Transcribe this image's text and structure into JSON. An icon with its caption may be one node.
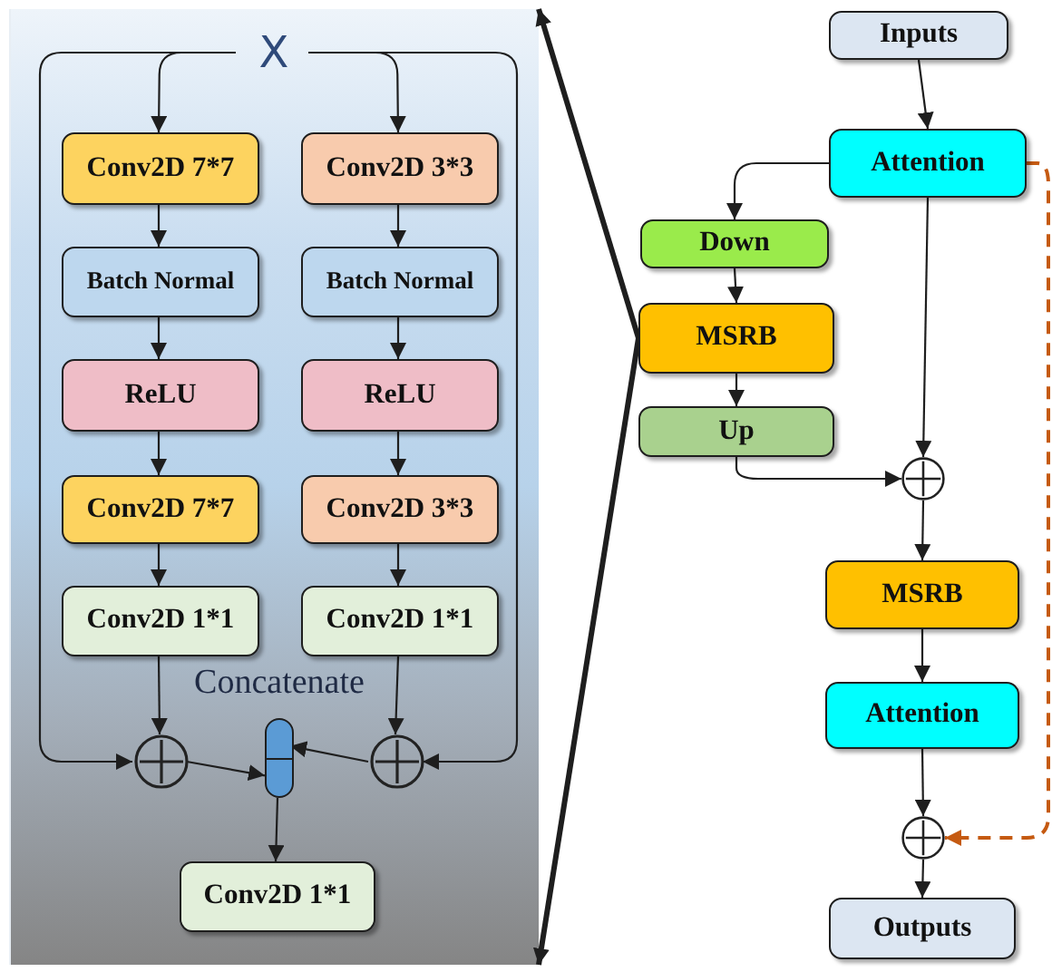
{
  "diagram": {
    "nodes": [
      {
        "text": [],
        "shape": "box"
      },
      {
        "text": [
          "X"
        ],
        "in": 0
      },
      {
        "text": [
          "Conv2D 7*7"
        ],
        "in": 0
      },
      {
        "text": [
          "Conv2D 3*3"
        ],
        "in": 0
      },
      {
        "text": [
          "Batch Normal"
        ],
        "in": 0
      },
      {
        "text": [
          "Batch Normal"
        ],
        "in": 0
      },
      {
        "text": [
          "ReLU"
        ],
        "in": 0
      },
      {
        "text": [
          "ReLU"
        ],
        "in": 0
      },
      {
        "text": [
          "Conv2D 7*7"
        ],
        "in": 0
      },
      {
        "text": [
          "Conv2D 3*3"
        ],
        "in": 0
      },
      {
        "text": [
          "Conv2D 1*1"
        ],
        "in": 0
      },
      {
        "text": [
          "Conv2D 1*1"
        ],
        "in": 0
      },
      {
        "text": [],
        "shape": "circle",
        "in": 0
      },
      {
        "text": [],
        "shape": "capsule",
        "in": 0,
        "beside": [
          "Concatenate"
        ]
      },
      {
        "text": [],
        "shape": "circle",
        "in": 0
      },
      {
        "text": [
          "Conv2D 1*1"
        ],
        "in": 0
      },
      {
        "text": [
          "Inputs"
        ]
      },
      {
        "text": [
          "Attention"
        ]
      },
      {
        "text": [
          "Down"
        ]
      },
      {
        "text": [
          "MSRB"
        ]
      },
      {
        "text": [
          "Up"
        ]
      },
      {
        "text": [],
        "shape": "circle"
      },
      {
        "text": [
          "MSRB"
        ]
      },
      {
        "text": [
          "Attention"
        ]
      },
      {
        "text": [],
        "shape": "circle"
      },
      {
        "text": [
          "Outputs"
        ]
      }
    ],
    "edges": [
      {
        "from": 1,
        "to": 2,
        "arrow": "to"
      },
      {
        "from": 1,
        "to": 3,
        "arrow": "to"
      },
      {
        "from": 1,
        "to": 12,
        "arrow": "to"
      },
      {
        "from": 1,
        "to": 14,
        "arrow": "to"
      },
      {
        "from": 2,
        "to": 4,
        "arrow": "to"
      },
      {
        "from": 4,
        "to": 6,
        "arrow": "to"
      },
      {
        "from": 6,
        "to": 8,
        "arrow": "to"
      },
      {
        "from": 8,
        "to": 10,
        "arrow": "to"
      },
      {
        "from": 3,
        "to": 5,
        "arrow": "to"
      },
      {
        "from": 5,
        "to": 7,
        "arrow": "to"
      },
      {
        "from": 7,
        "to": 9,
        "arrow": "to"
      },
      {
        "from": 9,
        "to": 11,
        "arrow": "to"
      },
      {
        "from": 10,
        "to": 12,
        "arrow": "to"
      },
      {
        "from": 11,
        "to": 14,
        "arrow": "to"
      },
      {
        "from": 12,
        "to": 13,
        "arrow": "to"
      },
      {
        "from": 14,
        "to": 13,
        "arrow": "to"
      },
      {
        "from": 13,
        "to": 15,
        "arrow": "to"
      },
      {
        "from": 16,
        "to": 17,
        "arrow": "to"
      },
      {
        "from": 17,
        "to": 18,
        "arrow": "to"
      },
      {
        "from": 18,
        "to": 19,
        "arrow": "to"
      },
      {
        "from": 19,
        "to": 20,
        "arrow": "to"
      },
      {
        "from": 20,
        "to": 21,
        "arrow": "to"
      },
      {
        "from": 17,
        "to": 21,
        "arrow": "to"
      },
      {
        "from": 21,
        "to": 22,
        "arrow": "to"
      },
      {
        "from": 22,
        "to": 23,
        "arrow": "to"
      },
      {
        "from": 23,
        "to": 24,
        "arrow": "to"
      },
      {
        "from": 24,
        "to": 25,
        "arrow": "to"
      },
      {
        "from": 17,
        "to": 24,
        "arrow": "to",
        "style": "dashed",
        "color": "#c55a11"
      },
      {
        "from": 19,
        "to": 0,
        "arrow": "to",
        "style": "thick"
      },
      {
        "from": 19,
        "to": 0,
        "arrow": "to",
        "style": "thick"
      }
    ]
  }
}
